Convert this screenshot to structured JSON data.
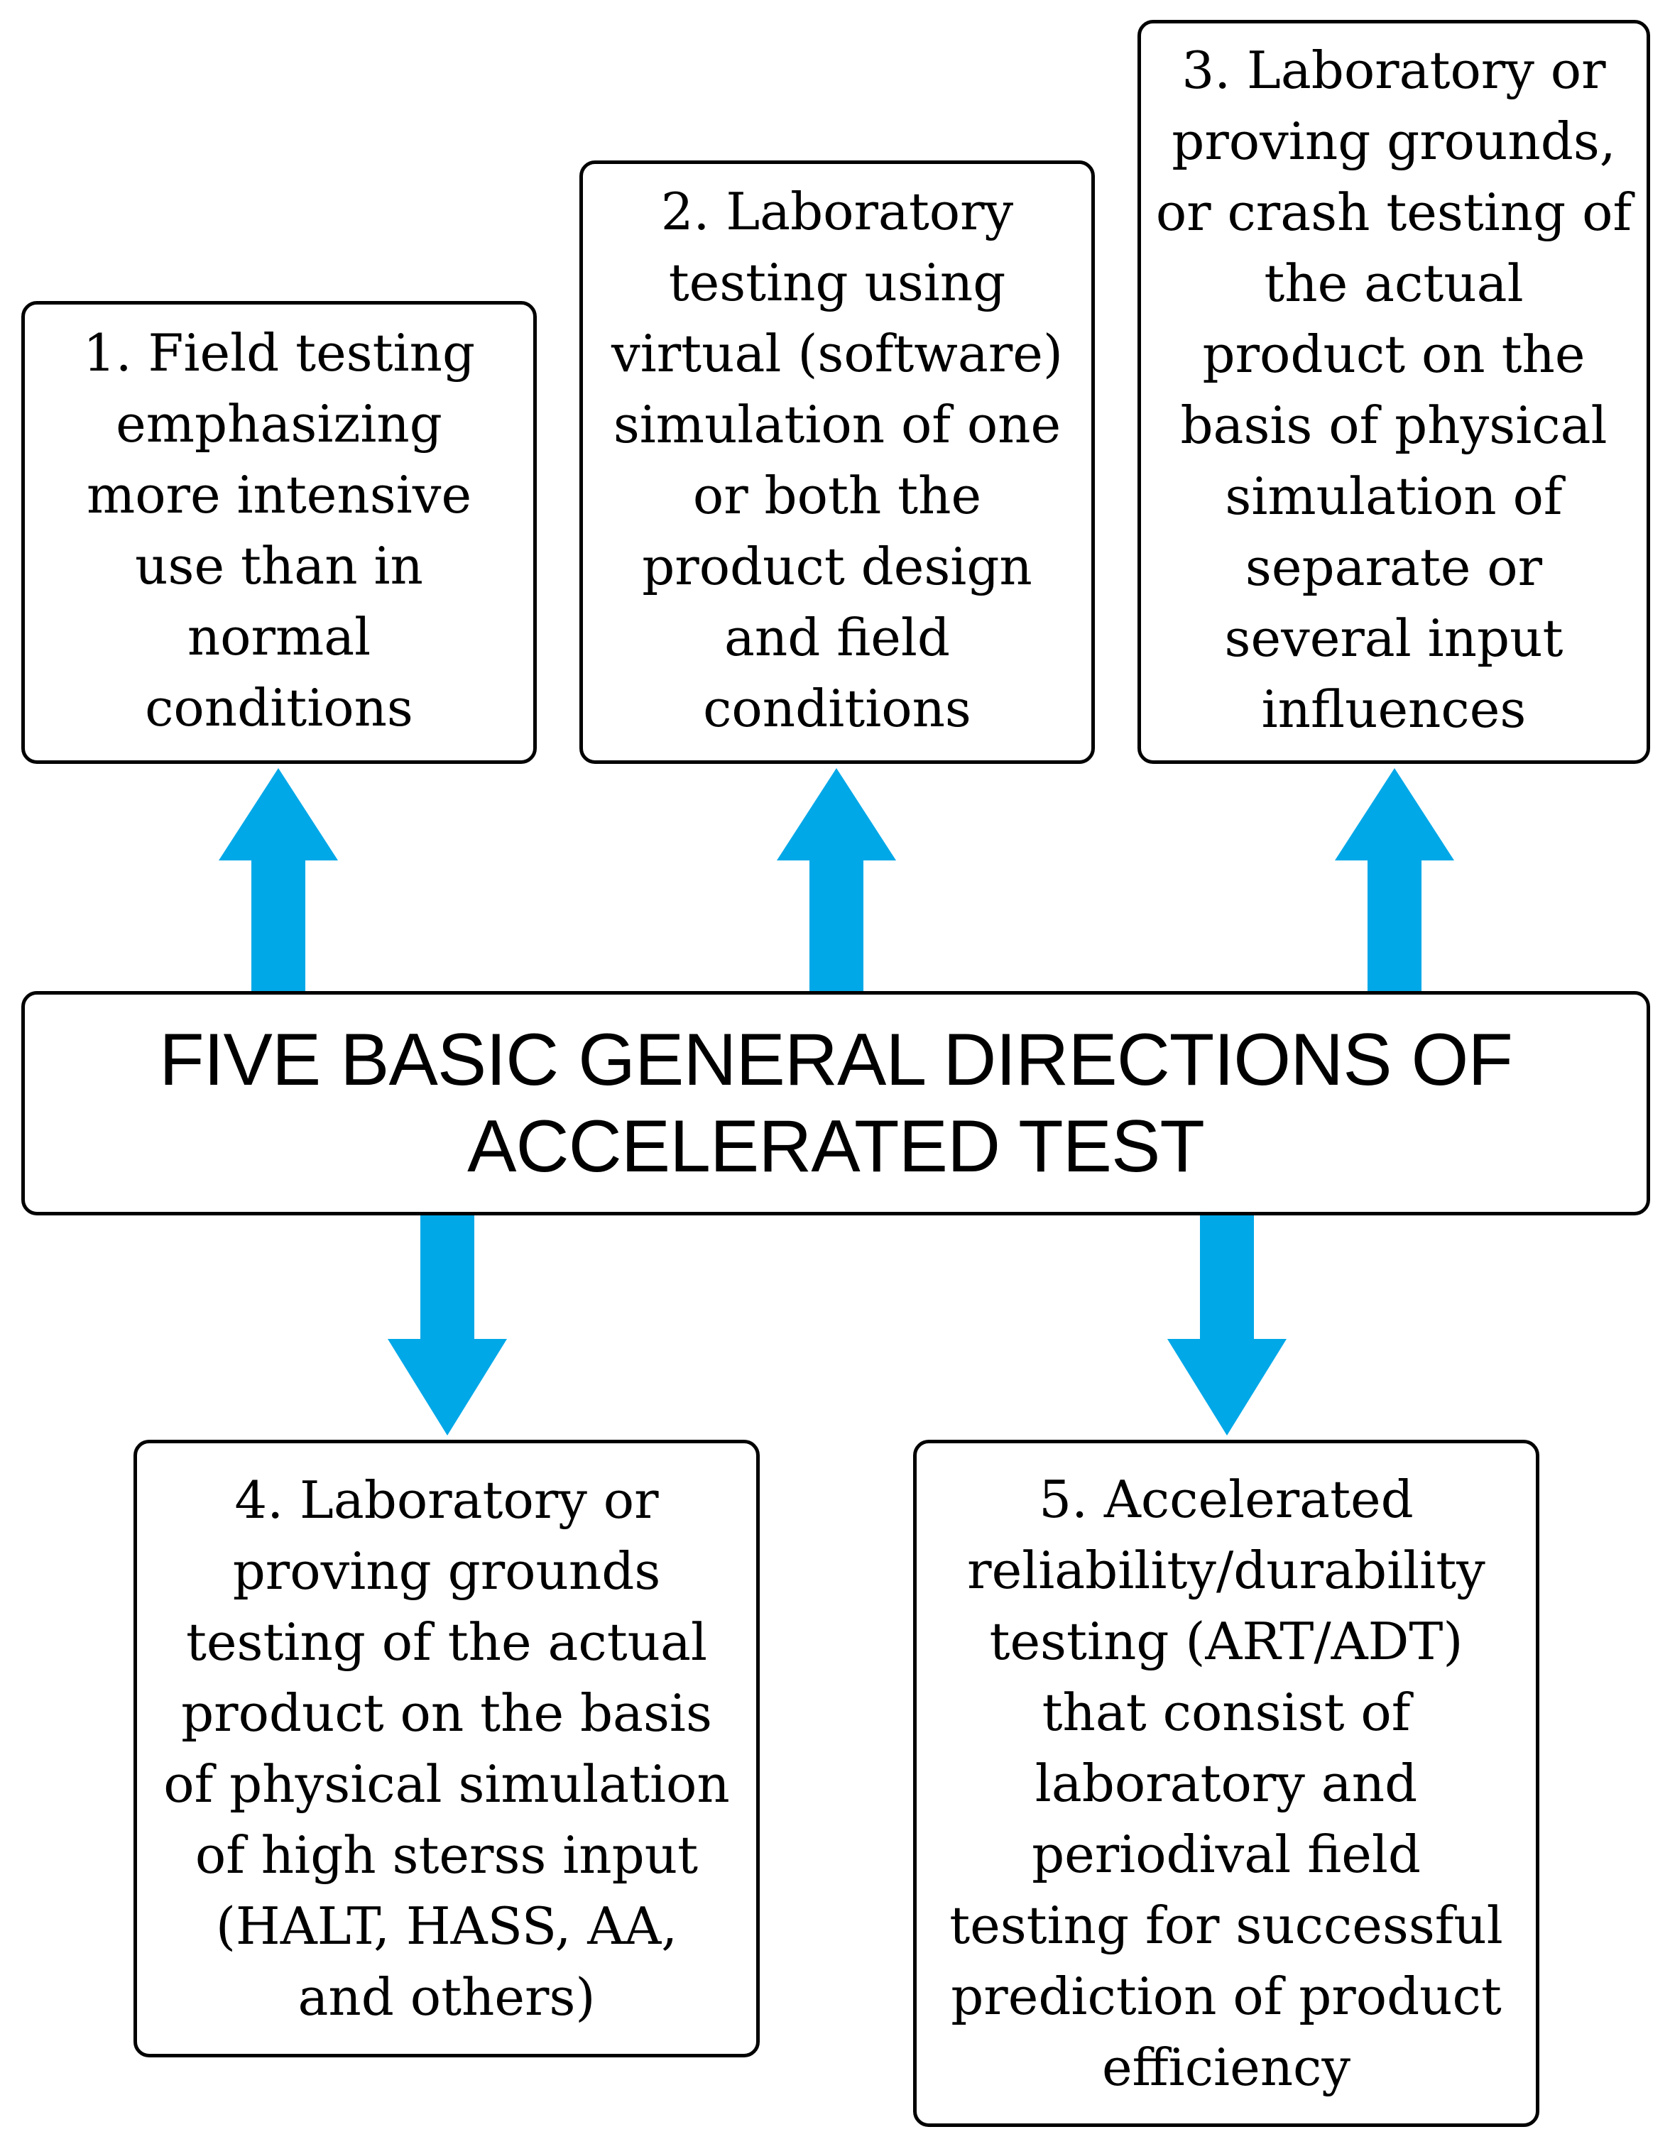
{
  "central": {
    "title": "FIVE BASIC GENERAL DIRECTIONS OF\nACCELERATED TEST"
  },
  "boxes": [
    {
      "text": "1. Field testing\nemphasizing\nmore intensive\nuse than in\nnormal\nconditions"
    },
    {
      "text": "2. Laboratory\ntesting using\nvirtual (software)\nsimulation of one\nor both the\nproduct design\nand field\nconditions"
    },
    {
      "text": "3. Laboratory or\nproving grounds,\nor crash testing of\nthe actual\nproduct on the\nbasis of physical\nsimulation of\nseparate or\nseveral input\ninfluences"
    },
    {
      "text": "4. Laboratory or\nproving grounds\ntesting of the actual\nproduct on the basis\nof physical simulation\nof high sterss input\n(HALT, HASS, AA,\nand others)"
    },
    {
      "text": "5. Accelerated\nreliability/durability\ntesting (ART/ADT)\nthat consist of\nlaboratory and\nperiodival field\ntesting for successful\nprediction of product\nefficiency"
    }
  ],
  "colors": {
    "arrow": "#00A8E8",
    "border": "#000000",
    "background": "#FFFFFF"
  }
}
